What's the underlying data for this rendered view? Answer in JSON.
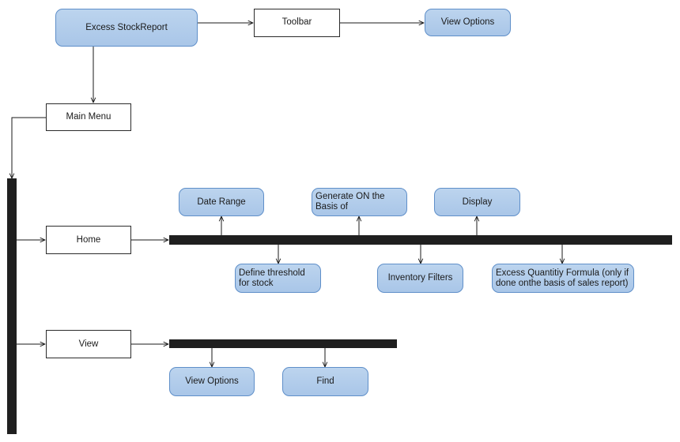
{
  "nodes": {
    "excess_stock_report": "Excess StockReport",
    "toolbar": "Toolbar",
    "view_options_top": "View Options",
    "main_menu": "Main Menu",
    "home": "Home",
    "view": "View",
    "date_range": "Date Range",
    "generate_on_basis": "Generate ON the Basis of",
    "display": "Display",
    "define_threshold": "Define threshold for stock",
    "inventory_filters": "Inventory Filters",
    "excess_quantity_formula": "Excess Quantitiy Formula (only if done onthe basis of sales report)",
    "view_options_bottom": "View Options",
    "find": "Find"
  },
  "colors": {
    "node_fill": "#a9c6e8",
    "node_border": "#5f8fc9",
    "bar": "#1f1f1f",
    "connector": "#1a1a1a"
  }
}
